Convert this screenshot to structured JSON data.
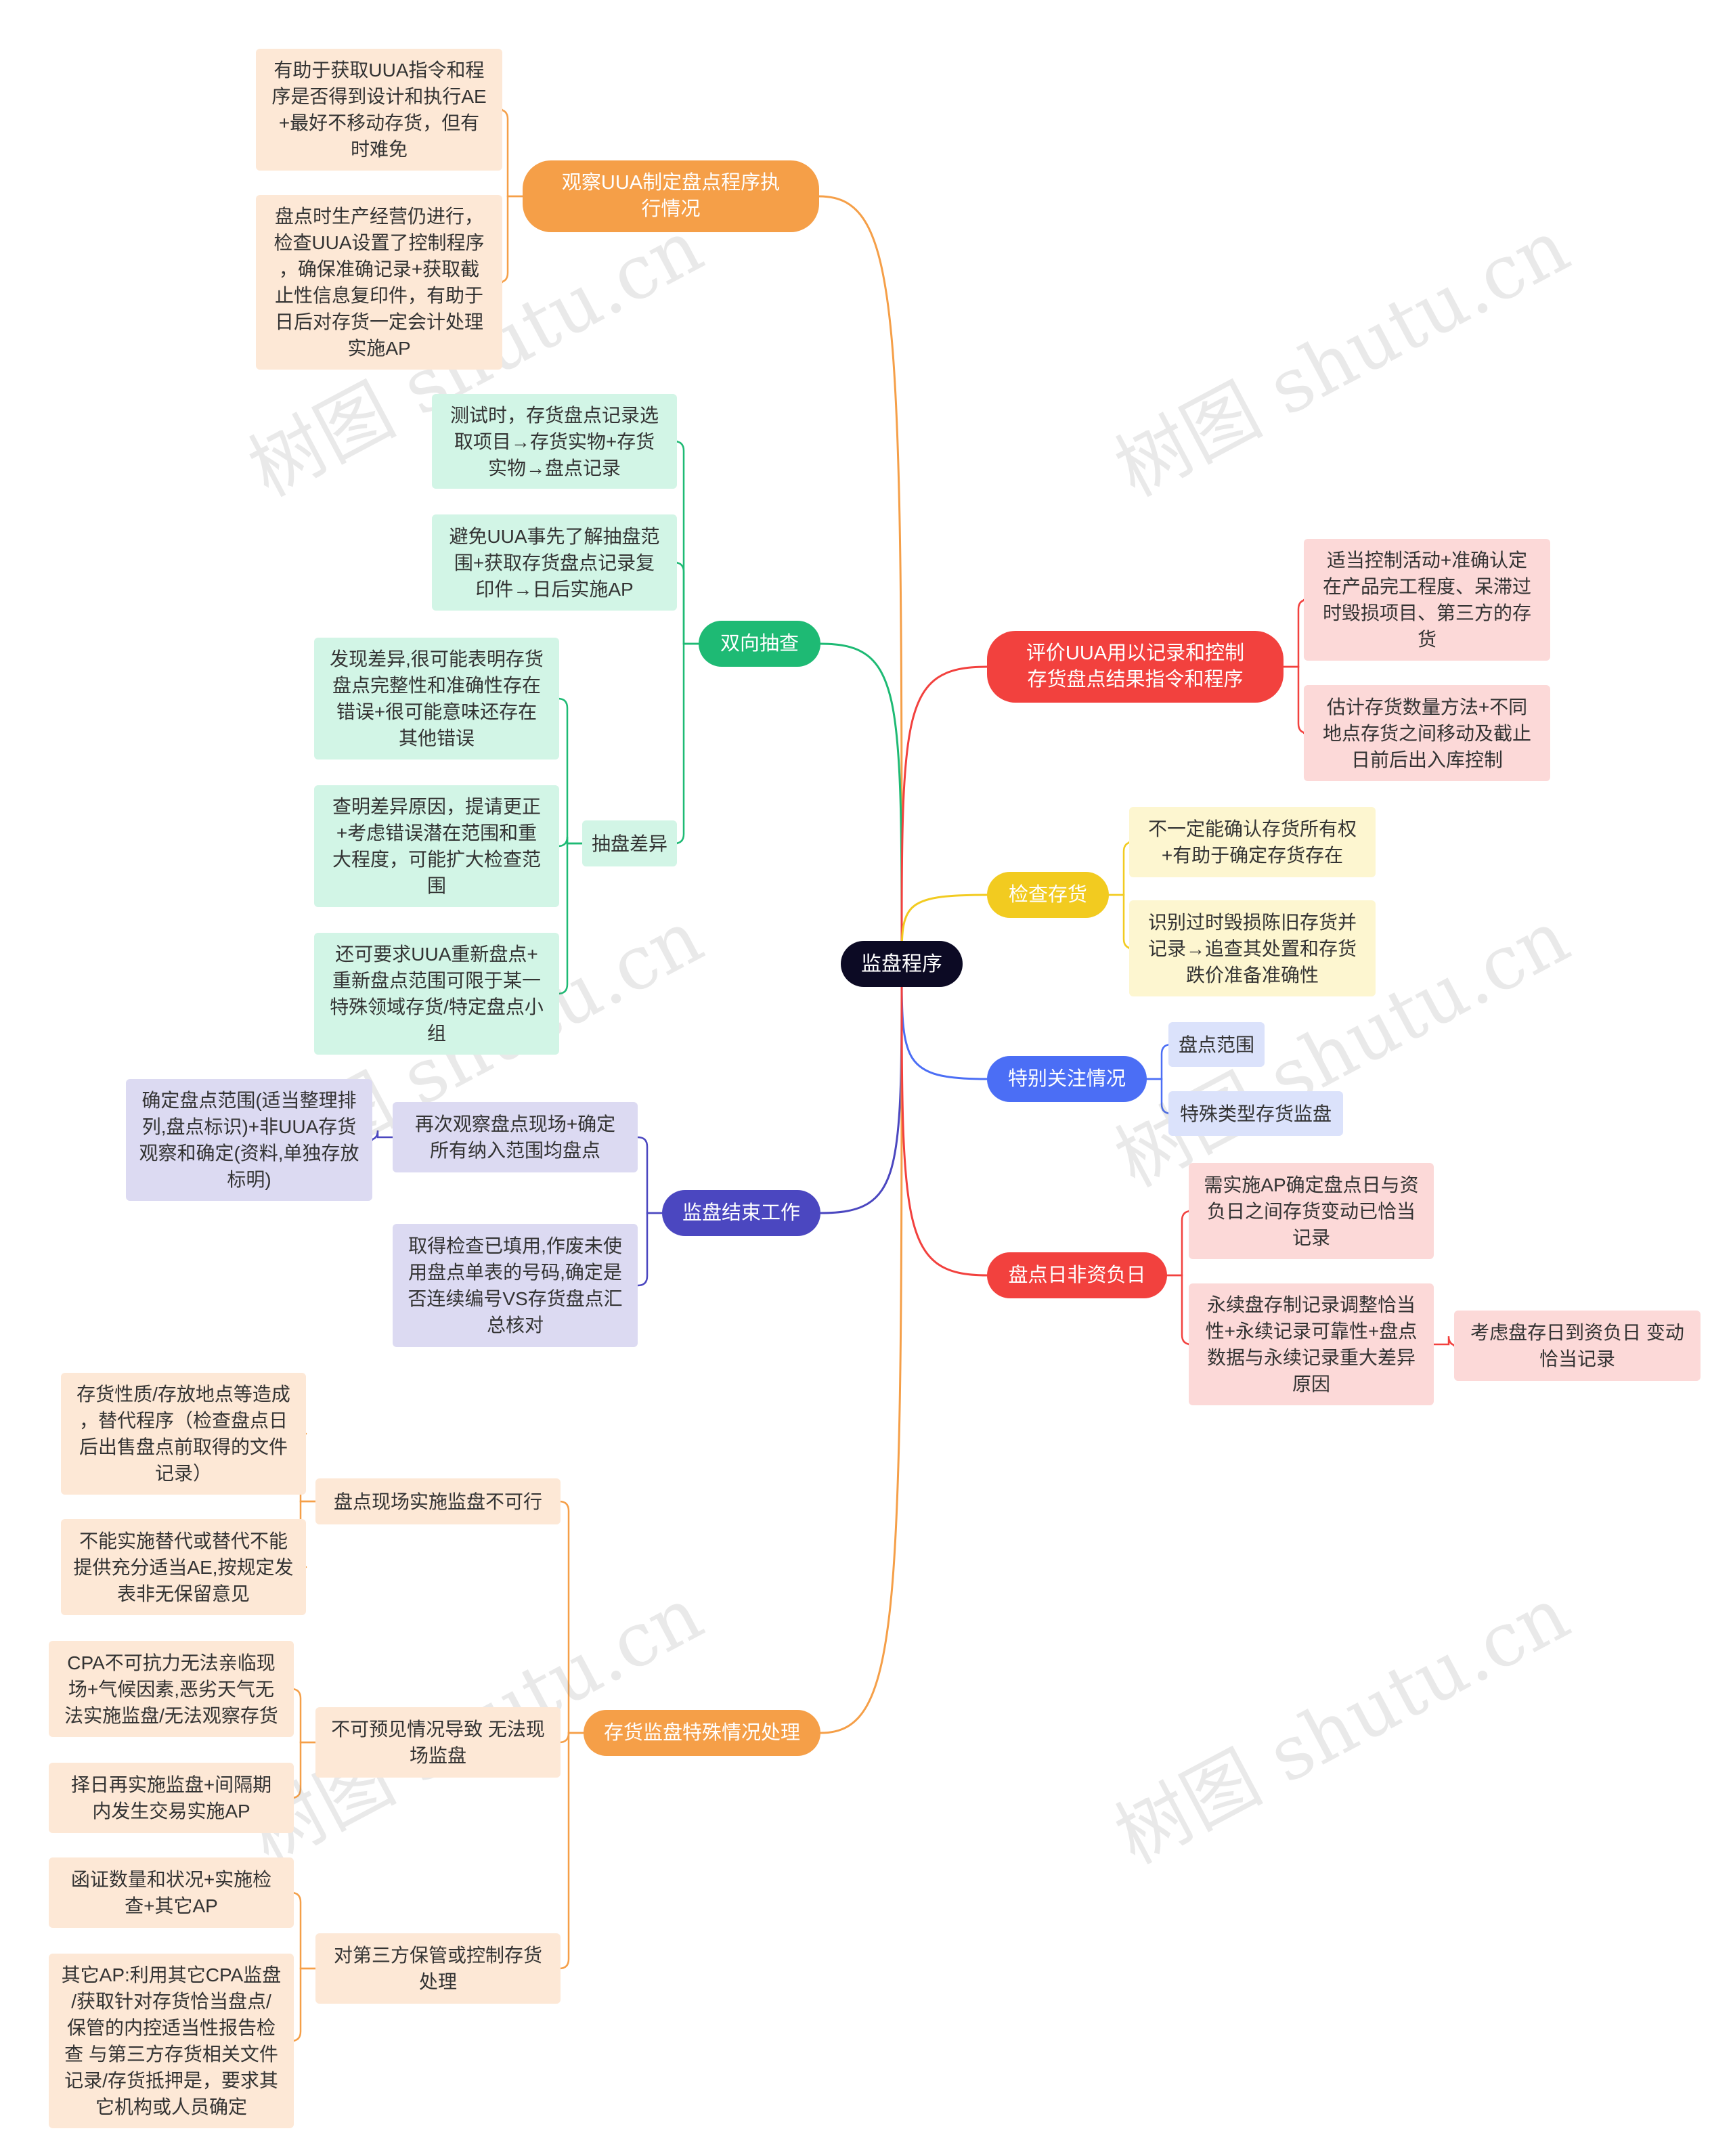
{
  "root": "监盘程序",
  "watermark": "树图 shutu.cn",
  "colors": {
    "center": "#0c0a24",
    "orange": "#f59f48",
    "orange_light": "#fde8d6",
    "green": "#1eba74",
    "green_light": "#d2f5e6",
    "purple": "#4b47c0",
    "purple_light": "#dcdaf2",
    "red": "#f2413e",
    "red_light": "#fcd9d8",
    "yellow": "#f2cb20",
    "yellow_light": "#fdf6d0",
    "blue": "#4b6ef5",
    "blue_light": "#dbe2fb"
  },
  "nodes": {
    "n_center": "监盘程序",
    "n_observe": "观察UUA制定盘点程序执\n行情况",
    "n_obs_1": "有助于获取UUA指令和程\n序是否得到设计和执行AE\n+最好不移动存货，但有\n时难免",
    "n_obs_2": "盘点时生产经营仍进行，\n检查UUA设置了控制程序\n，确保准确记录+获取截\n止性信息复印件，有助于\n日后对存货一定会计处理\n实施AP",
    "n_two_way": "双向抽查",
    "n_tw_1": "测试时，存货盘点记录选\n取项目→存货实物+存货\n实物→盘点记录",
    "n_tw_2": "避免UUA事先了解抽盘范\n围+获取存货盘点记录复\n印件→日后实施AP",
    "n_diff": "抽盘差异",
    "n_diff_1": "发现差异,很可能表明存货\n盘点完整性和准确性存在\n错误+很可能意味还存在\n其他错误",
    "n_diff_2": "查明差异原因，提请更正\n+考虑错误潜在范围和重\n大程度，可能扩大检查范\n围",
    "n_diff_3": "还可要求UUA重新盘点+\n重新盘点范围可限于某一\n特殊领域存货/特定盘点小\n组",
    "n_end": "监盘结束工作",
    "n_end_1": "再次观察盘点现场+确定\n所有纳入范围均盘点",
    "n_end_1_1": "确定盘点范围(适当整理排\n列,盘点标识)+非UUA存货\n观察和确定(资料,单独存放\n标明)",
    "n_end_2": "取得检查已填用,作废未使\n用盘点单表的号码,确定是\n否连续编号VS存货盘点汇\n总核对",
    "n_special": "存货监盘特殊情况处理",
    "n_sp_1": "盘点现场实施监盘不可行",
    "n_sp_1_1": "存货性质/存放地点等造成\n，替代程序（检查盘点日\n后出售盘点前取得的文件\n记录）",
    "n_sp_1_2": "不能实施替代或替代不能\n提供充分适当AE,按规定发\n表非无保留意见",
    "n_sp_2": "不可预见情况导致 无法现\n场监盘",
    "n_sp_2_1": "CPA不可抗力无法亲临现\n场+气候因素,恶劣天气无\n法实施监盘/无法观察存货",
    "n_sp_2_2": "择日再实施监盘+间隔期\n内发生交易实施AP",
    "n_sp_3": "对第三方保管或控制存货\n处理",
    "n_sp_3_1": "函证数量和状况+实施检\n查+其它AP",
    "n_sp_3_2": "其它AP:利用其它CPA监盘\n/获取针对存货恰当盘点/\n保管的内控适当性报告检\n查 与第三方存货相关文件\n记录/存货抵押是，要求其\n它机构或人员确定",
    "n_eval": "评价UUA用以记录和控制\n存货盘点结果指令和程序",
    "n_eval_1": "适当控制活动+准确认定\n在产品完工程度、呆滞过\n时毁损项目、第三方的存\n货",
    "n_eval_2": "估计存货数量方法+不同\n地点存货之间移动及截止\n日前后出入库控制",
    "n_check": "检查存货",
    "n_check_1": "不一定能确认存货所有权\n+有助于确定存货存在",
    "n_check_2": "识别过时毁损陈旧存货并\n记录→追查其处置和存货\n跌价准备准确性",
    "n_attention": "特别关注情况",
    "n_att_1": "盘点范围",
    "n_att_2": "特殊类型存货监盘",
    "n_date": "盘点日非资负日",
    "n_date_1": "需实施AP确定盘点日与资\n负日之间存货变动已恰当\n记录",
    "n_date_2": "永续盘存制记录调整恰当\n性+永续记录可靠性+盘点\n数据与永续记录重大差异\n原因",
    "n_date_2_1": "考虑盘存日到资负日 变动\n恰当记录"
  }
}
